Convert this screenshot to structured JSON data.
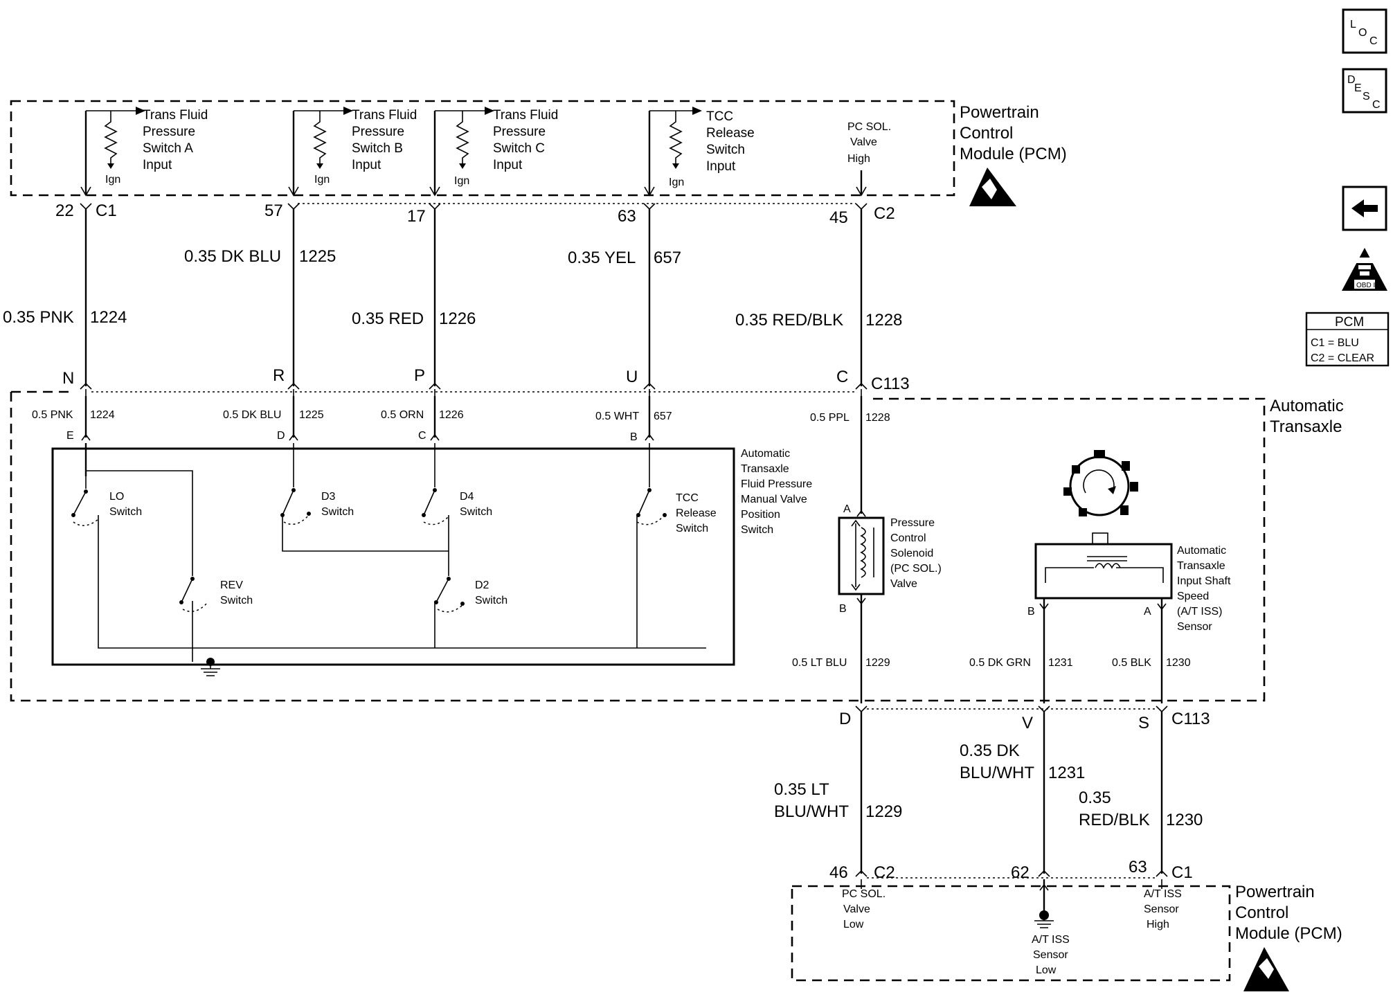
{
  "nav": {
    "loc_icon": "LOC",
    "desc_icon": "DESC",
    "back_icon": "arrow-left-icon",
    "obd_label": "OBD II",
    "pcm_key": {
      "title": "PCM",
      "c1": "C1 = BLU",
      "c2": "C2 = CLEAR"
    }
  },
  "pcm_top": {
    "title_line1": "Powertrain",
    "title_line2": "Control",
    "title_line3": "Module (PCM)",
    "inputs": [
      {
        "l1": "Trans Fluid",
        "l2": "Pressure",
        "l3": "Switch A",
        "l4": "Input",
        "ign": "Ign"
      },
      {
        "l1": "Trans Fluid",
        "l2": "Pressure",
        "l3": "Switch B",
        "l4": "Input",
        "ign": "Ign"
      },
      {
        "l1": "Trans Fluid",
        "l2": "Pressure",
        "l3": "Switch C",
        "l4": "Input",
        "ign": "Ign"
      },
      {
        "l1": "TCC",
        "l2": "Release",
        "l3": "Switch",
        "l4": "Input",
        "ign": "Ign"
      }
    ],
    "pcsol": {
      "l1": "PC SOL.",
      "l2": "Valve",
      "l3": "High"
    },
    "pins": [
      {
        "pin": "22",
        "conn": "C1"
      },
      {
        "pin": "57",
        "conn": ""
      },
      {
        "pin": "17",
        "conn": ""
      },
      {
        "pin": "63",
        "conn": ""
      },
      {
        "pin": "45",
        "conn": "C2"
      }
    ]
  },
  "wires_upper": [
    {
      "gauge": "0.35 PNK",
      "circuit": "1224"
    },
    {
      "gauge": "0.35 DK BLU",
      "circuit": "1225"
    },
    {
      "gauge": "0.35 RED",
      "circuit": "1226"
    },
    {
      "gauge": "0.35 YEL",
      "circuit": "657"
    },
    {
      "gauge": "0.35 RED/BLK",
      "circuit": "1228"
    }
  ],
  "c113_top": {
    "pins": [
      "N",
      "R",
      "P",
      "U",
      "C"
    ],
    "conn": "C113"
  },
  "transaxle": {
    "title_line1": "Automatic",
    "title_line2": "Transaxle",
    "wires": [
      {
        "gauge": "0.5 PNK",
        "circuit": "1224",
        "pin": "E"
      },
      {
        "gauge": "0.5 DK BLU",
        "circuit": "1225",
        "pin": "D"
      },
      {
        "gauge": "0.5 ORN",
        "circuit": "1226",
        "pin": "C"
      },
      {
        "gauge": "0.5 WHT",
        "circuit": "657",
        "pin": "B"
      },
      {
        "gauge": "0.5 PPL",
        "circuit": "1228",
        "pin": "A"
      }
    ],
    "switch_assembly": {
      "l1": "Automatic",
      "l2": "Transaxle",
      "l3": "Fluid Pressure",
      "l4": "Manual Valve",
      "l5": "Position",
      "l6": "Switch",
      "switches": [
        {
          "l1": "LO",
          "l2": "Switch"
        },
        {
          "l1": "D3",
          "l2": "Switch"
        },
        {
          "l1": "D4",
          "l2": "Switch"
        },
        {
          "l1": "TCC",
          "l2": "Release",
          "l3": "Switch"
        },
        {
          "l1": "REV",
          "l2": "Switch"
        },
        {
          "l1": "D2",
          "l2": "Switch"
        }
      ]
    },
    "solenoid": {
      "l1": "Pressure",
      "l2": "Control",
      "l3": "Solenoid",
      "l4": "(PC SOL.)",
      "l5": "Valve",
      "pin_b": "B"
    },
    "iss": {
      "l1": "Automatic",
      "l2": "Transaxle",
      "l3": "Input Shaft",
      "l4": "Speed",
      "l5": "(A/T ISS)",
      "l6": "Sensor",
      "pin_b": "B",
      "pin_a": "A"
    },
    "wires_low": [
      {
        "gauge": "0.5 LT BLU",
        "circuit": "1229"
      },
      {
        "gauge": "0.5 DK GRN",
        "circuit": "1231"
      },
      {
        "gauge": "0.5 BLK",
        "circuit": "1230"
      }
    ]
  },
  "c113_bottom": {
    "pins": [
      "D",
      "V",
      "S"
    ],
    "conn": "C113"
  },
  "wires_lower": [
    {
      "l1": "0.35 LT",
      "l2": "BLU/WHT",
      "circuit": "1229"
    },
    {
      "l1": "0.35 DK",
      "l2": "BLU/WHT",
      "circuit": "1231"
    },
    {
      "l1": "0.35",
      "l2": "RED/BLK",
      "circuit": "1230"
    }
  ],
  "pcm_bottom": {
    "title_line1": "Powertrain",
    "title_line2": "Control",
    "title_line3": "Module (PCM)",
    "pins": [
      {
        "pin": "46",
        "conn": "C2"
      },
      {
        "pin": "62",
        "conn": ""
      },
      {
        "pin": "63",
        "conn": "C1"
      }
    ],
    "pcsol_low": {
      "l1": "PC SOL.",
      "l2": "Valve",
      "l3": "Low"
    },
    "iss_low": {
      "l1": "A/T ISS",
      "l2": "Sensor",
      "l3": "Low"
    },
    "iss_high": {
      "l1": "A/T ISS",
      "l2": "Sensor",
      "l3": "High"
    }
  }
}
